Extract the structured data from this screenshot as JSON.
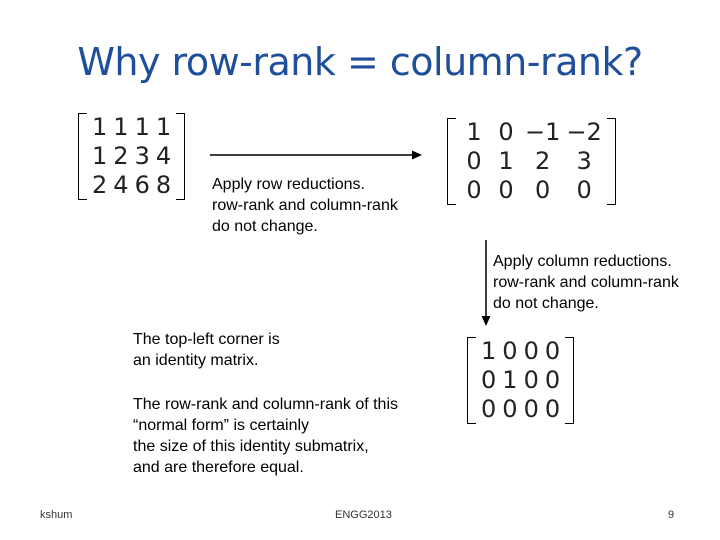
{
  "slide": {
    "title": "Why row-rank = column-rank?",
    "matrix_a": [
      [
        "1",
        "1",
        "1",
        "1"
      ],
      [
        "1",
        "2",
        "3",
        "4"
      ],
      [
        "2",
        "4",
        "6",
        "8"
      ]
    ],
    "matrix_b": [
      [
        "1",
        "0",
        "−1",
        "−2"
      ],
      [
        "0",
        "1",
        "2",
        "3"
      ],
      [
        "0",
        "0",
        "0",
        "0"
      ]
    ],
    "matrix_c": [
      [
        "1",
        "0",
        "0",
        "0"
      ],
      [
        "0",
        "1",
        "0",
        "0"
      ],
      [
        "0",
        "0",
        "0",
        "0"
      ]
    ],
    "row_note": [
      "Apply row reductions.",
      "row-rank and column-rank",
      "do not change."
    ],
    "col_note": [
      "Apply column reductions.",
      "row-rank and column-rank",
      "do not change."
    ],
    "corner_note": [
      "The top-left corner is",
      "an identity matrix."
    ],
    "normal_note": [
      "The row-rank and column-rank of this",
      "“normal form” is certainly",
      "the size of this identity submatrix,",
      "and are therefore equal."
    ]
  },
  "footer": {
    "author": "kshum",
    "course": "ENGG2013",
    "page": "9"
  }
}
